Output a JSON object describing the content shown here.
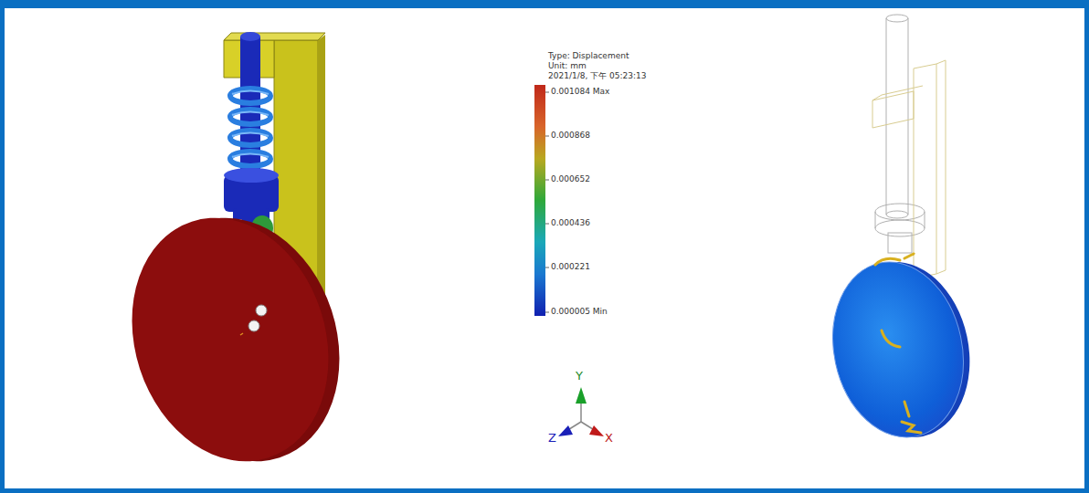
{
  "diagram": {
    "labels": [
      "Type: Displacement",
      "Unit: mm",
      "2021/1/8, 下午 05:23:13",
      "0.001084 Max",
      "0.000868",
      "0.000652",
      "0.000436",
      "0.000221",
      "0.000005 Min",
      "Y",
      "Z",
      "X"
    ]
  }
}
